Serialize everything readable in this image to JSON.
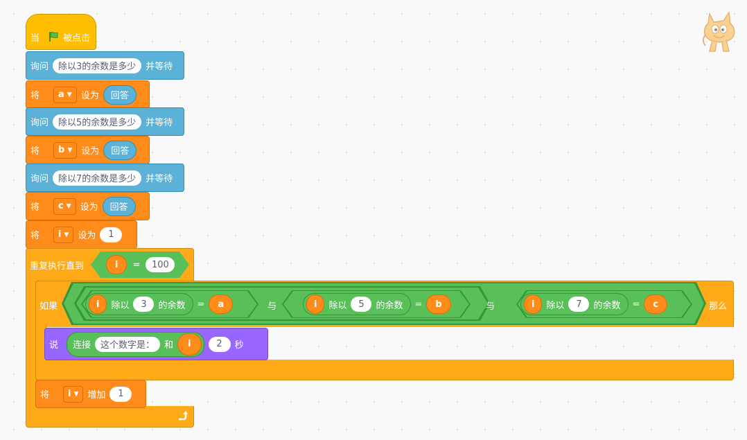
{
  "script": {
    "when_flag": {
      "prefix": "当",
      "suffix": "被点击"
    },
    "ask_blocks": [
      {
        "label": "询问",
        "question": "除以3的余数是多少",
        "suffix": "并等待"
      },
      {
        "label": "询问",
        "question": "除以5的余数是多少",
        "suffix": "并等待"
      },
      {
        "label": "询问",
        "question": "除以7的余数是多少",
        "suffix": "并等待"
      }
    ],
    "set_blocks": [
      {
        "label": "将",
        "var": "a",
        "mid": "设为",
        "value": "回答"
      },
      {
        "label": "将",
        "var": "b",
        "mid": "设为",
        "value": "回答"
      },
      {
        "label": "将",
        "var": "c",
        "mid": "设为",
        "value": "回答"
      },
      {
        "label": "将",
        "var": "i",
        "mid": "设为",
        "value": "1"
      }
    ],
    "repeat_until": {
      "label": "重复执行直到",
      "var": "i",
      "op": "=",
      "value": "100"
    },
    "if_block": {
      "label": "如果",
      "then": "那么",
      "and": "与",
      "conditions": [
        {
          "var": "i",
          "mod_label": "除以",
          "divisor": "3",
          "rem_label": "的余数",
          "eq": "=",
          "target": "a"
        },
        {
          "var": "i",
          "mod_label": "除以",
          "divisor": "5",
          "rem_label": "的余数",
          "eq": "=",
          "target": "b"
        },
        {
          "var": "i",
          "mod_label": "除以",
          "divisor": "7",
          "rem_label": "的余数",
          "eq": "=",
          "target": "c"
        }
      ]
    },
    "say_block": {
      "label": "说",
      "join_label": "连接",
      "text": "这个数字是：",
      "and": "和",
      "var": "i",
      "secs": "2",
      "unit": "秒"
    },
    "change_block": {
      "label": "将",
      "var": "i",
      "mid": "增加",
      "value": "1"
    }
  },
  "colors": {
    "events": "#ffbf00",
    "sensing": "#5cb1d6",
    "variables": "#ff8c1a",
    "control": "#ffab19",
    "looks": "#9966ff",
    "operators": "#59c059",
    "background": "#f9f9f9"
  }
}
